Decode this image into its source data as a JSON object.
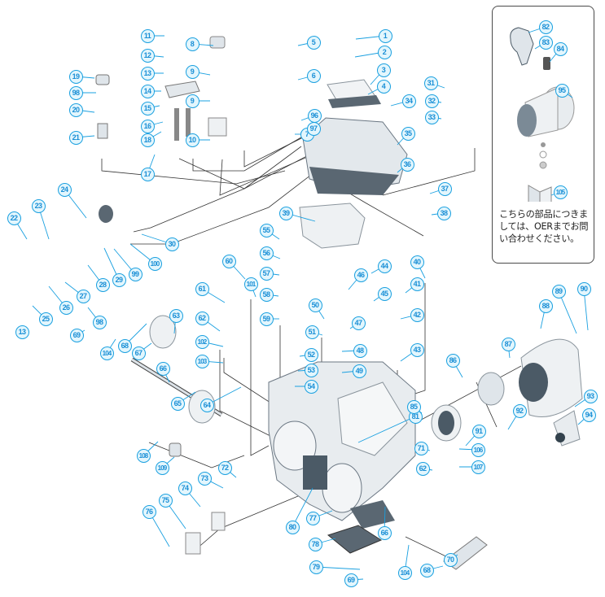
{
  "diagram": {
    "title": "Carburetor exploded parts diagram",
    "colors": {
      "badge_fill": "#e3f6fd",
      "badge_stroke": "#1aa0e0",
      "badge_text": "#1a8fd6",
      "leader_line": "#1aa0e0",
      "assembly_line": "#333333",
      "part_light": "#e8ecef",
      "part_dark": "#4b5a66"
    },
    "part_labels": [
      "1",
      "2",
      "3",
      "4",
      "5",
      "6",
      "7",
      "8",
      "9",
      "9",
      "10",
      "11",
      "12",
      "13",
      "13",
      "14",
      "15",
      "16",
      "17",
      "18",
      "19",
      "20",
      "21",
      "22",
      "23",
      "24",
      "25",
      "26",
      "27",
      "28",
      "29",
      "30",
      "31",
      "32",
      "33",
      "34",
      "35",
      "36",
      "37",
      "38",
      "39",
      "40",
      "41",
      "42",
      "43",
      "44",
      "45",
      "46",
      "47",
      "48",
      "49",
      "50",
      "51",
      "52",
      "53",
      "54",
      "55",
      "56",
      "57",
      "58",
      "59",
      "60",
      "61",
      "62",
      "62",
      "63",
      "64",
      "65",
      "66",
      "66",
      "67",
      "68",
      "68",
      "69",
      "69",
      "70",
      "71",
      "72",
      "73",
      "74",
      "75",
      "76",
      "77",
      "78",
      "79",
      "80",
      "81",
      "85",
      "86",
      "87",
      "88",
      "89",
      "90",
      "91",
      "92",
      "93",
      "94",
      "96",
      "97",
      "98",
      "98",
      "99",
      "100",
      "101",
      "102",
      "103",
      "104",
      "104",
      "106",
      "107",
      "108",
      "109"
    ],
    "inset": {
      "part_labels": [
        "82",
        "83",
        "84",
        "95",
        "105"
      ],
      "note": "こちらの部品につきましては、OERまでお問い合わせください。"
    }
  }
}
